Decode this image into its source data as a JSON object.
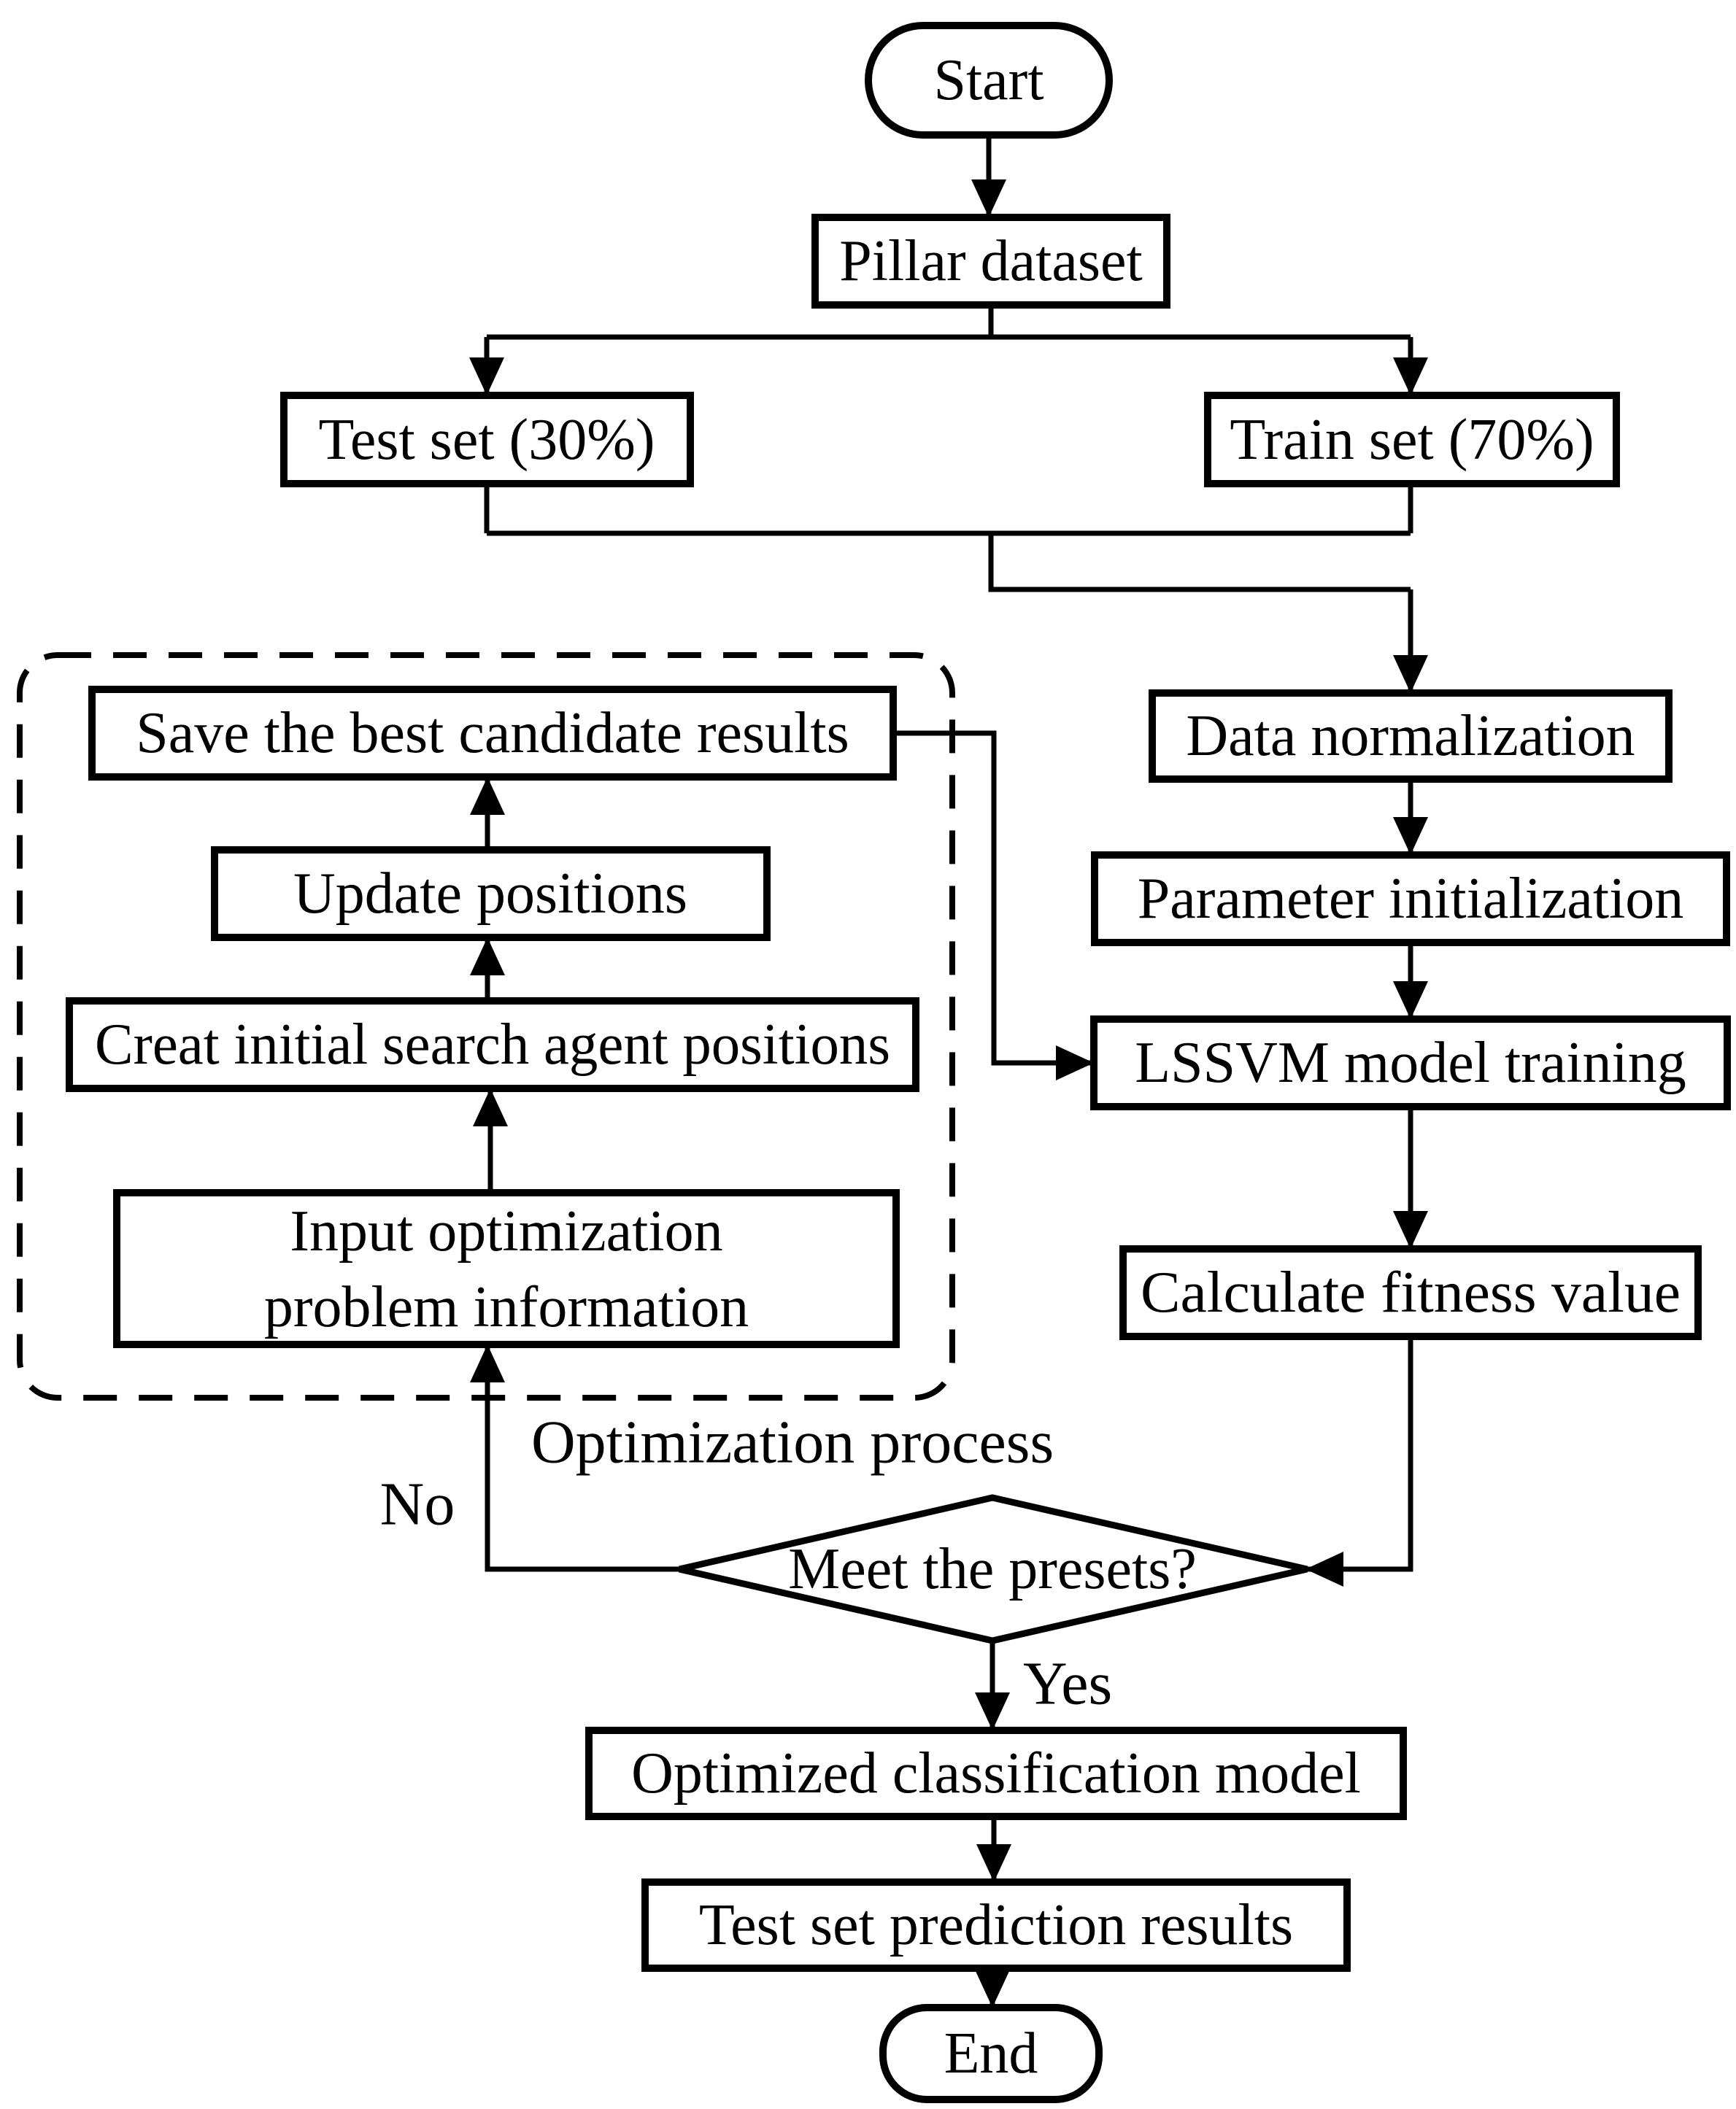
{
  "figure": {
    "type": "flowchart",
    "description": "Flowchart of LSSVM classification model training with optimization process"
  },
  "colors": {
    "line": "#000000",
    "text": "#000000",
    "background": "#ffffff",
    "node_fill": "#ffffff"
  },
  "nodes": {
    "start": {
      "label": "Start",
      "shape": "terminal"
    },
    "pillar_dataset": {
      "label": "Pillar dataset",
      "shape": "process"
    },
    "test_set": {
      "label": "Test set (30%)",
      "shape": "process"
    },
    "train_set": {
      "label": "Train set (70%)",
      "shape": "process"
    },
    "save_best": {
      "label": "Save the best candidate results",
      "shape": "process"
    },
    "update_positions": {
      "label": "Update positions",
      "shape": "process"
    },
    "create_agents": {
      "label": "Creat initial search agent positions",
      "shape": "process"
    },
    "input_problem": {
      "line1": "Input optimization",
      "line2": "problem information",
      "shape": "process"
    },
    "data_normalization": {
      "label": "Data normalization",
      "shape": "process"
    },
    "parameter_initialization": {
      "label": "Parameter initialization",
      "shape": "process"
    },
    "lssvm_training": {
      "label": "LSSVM model training",
      "shape": "process"
    },
    "calculate_fitness": {
      "label": "Calculate fitness value",
      "shape": "process"
    },
    "decision": {
      "label": "Meet the presets?",
      "shape": "decision"
    },
    "optimized_model": {
      "label": "Optimized classification model",
      "shape": "process"
    },
    "test_prediction": {
      "label": "Test set prediction results",
      "shape": "process"
    },
    "end": {
      "label": "End",
      "shape": "terminal"
    }
  },
  "edge_labels": {
    "no": "No",
    "yes": "Yes",
    "optimization_process": "Optimization process"
  }
}
